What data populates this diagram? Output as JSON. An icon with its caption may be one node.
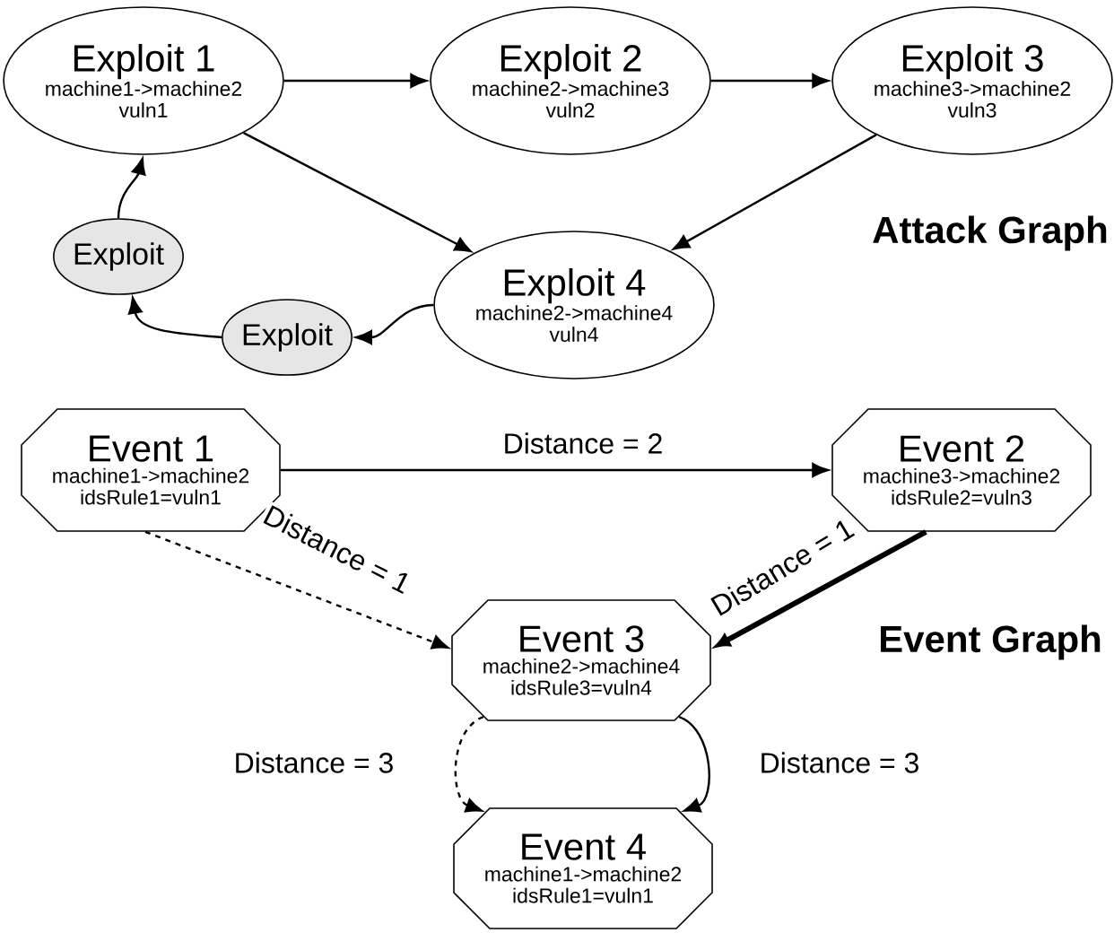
{
  "diagram": {
    "nodes": [
      {
        "text": [
          "Exploit 1",
          "machine1->machine2",
          "vuln1"
        ]
      },
      {
        "text": [
          "Exploit 2",
          "machine2->machine3",
          "vuln2"
        ]
      },
      {
        "text": [
          "Exploit 3",
          "machine3->machine2",
          "vuln3"
        ]
      },
      {
        "text": [
          "Exploit"
        ]
      },
      {
        "text": [
          "Exploit 4",
          "machine2->machine4",
          "vuln4"
        ]
      },
      {
        "text": [
          "Exploit"
        ]
      },
      {
        "text": [
          "Event 1",
          "machine1->machine2",
          "idsRule1=vuln1"
        ]
      },
      {
        "text": [
          "Event 2",
          "machine3->machine2",
          "idsRule2=vuln3"
        ]
      },
      {
        "text": [
          "Event 3",
          "machine2->machine4",
          "idsRule3=vuln4"
        ]
      },
      {
        "text": [
          "Event 4",
          "machine1->machine2",
          "idsRule1=vuln1"
        ]
      }
    ],
    "edges": [
      {
        "from": 0,
        "to": 1,
        "arrow": "to"
      },
      {
        "from": 1,
        "to": 2,
        "arrow": "to"
      },
      {
        "from": 0,
        "to": 4,
        "arrow": "to"
      },
      {
        "from": 2,
        "to": 4,
        "arrow": "to"
      },
      {
        "from": 4,
        "to": 5,
        "arrow": "to"
      },
      {
        "from": 5,
        "to": 3,
        "arrow": "to"
      },
      {
        "from": 3,
        "to": 0,
        "arrow": "to"
      },
      {
        "from": 6,
        "to": 7,
        "arrow": "to",
        "label": "Distance = 2"
      },
      {
        "from": 6,
        "to": 8,
        "arrow": "to",
        "label": "Distance = 1",
        "style": "dashed"
      },
      {
        "from": 7,
        "to": 8,
        "arrow": "to",
        "label": "Distance = 1",
        "style": "thick"
      },
      {
        "from": 8,
        "to": 9,
        "arrow": "to",
        "label": "Distance = 3",
        "style": "dashed"
      },
      {
        "from": 8,
        "to": 9,
        "arrow": "to",
        "label": "Distance = 3"
      }
    ],
    "labels": [
      "Attack Graph",
      "Event Graph"
    ]
  }
}
